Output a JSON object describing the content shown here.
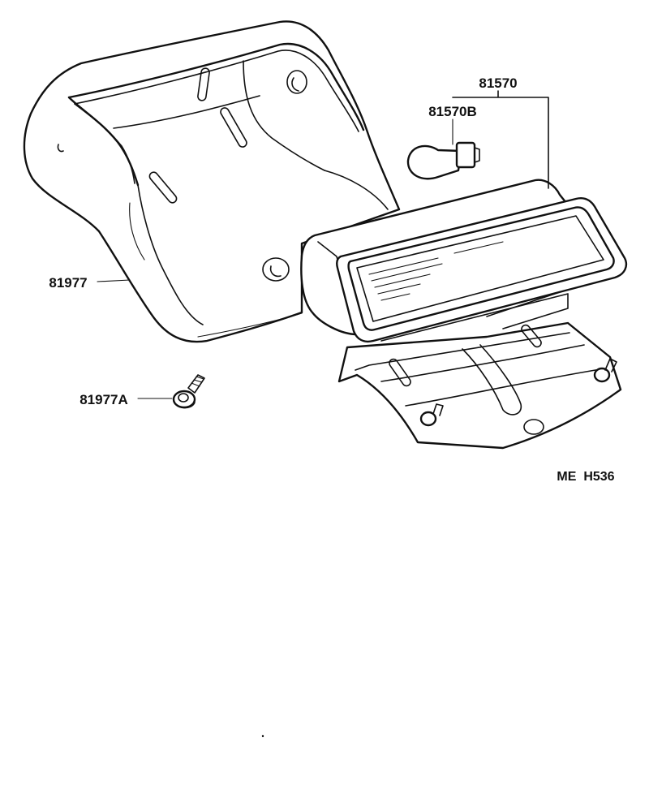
{
  "diagram": {
    "code": "ME  H536",
    "parts": [
      {
        "id": "p81977",
        "number": "81977",
        "name": "cover"
      },
      {
        "id": "p81977a",
        "number": "81977A",
        "name": "screw"
      },
      {
        "id": "p81570",
        "number": "81570",
        "name": "lamp-assembly"
      },
      {
        "id": "p81570b",
        "number": "81570B",
        "name": "bulb"
      }
    ]
  },
  "colors": {
    "ink": "#111111",
    "paper": "#ffffff"
  }
}
